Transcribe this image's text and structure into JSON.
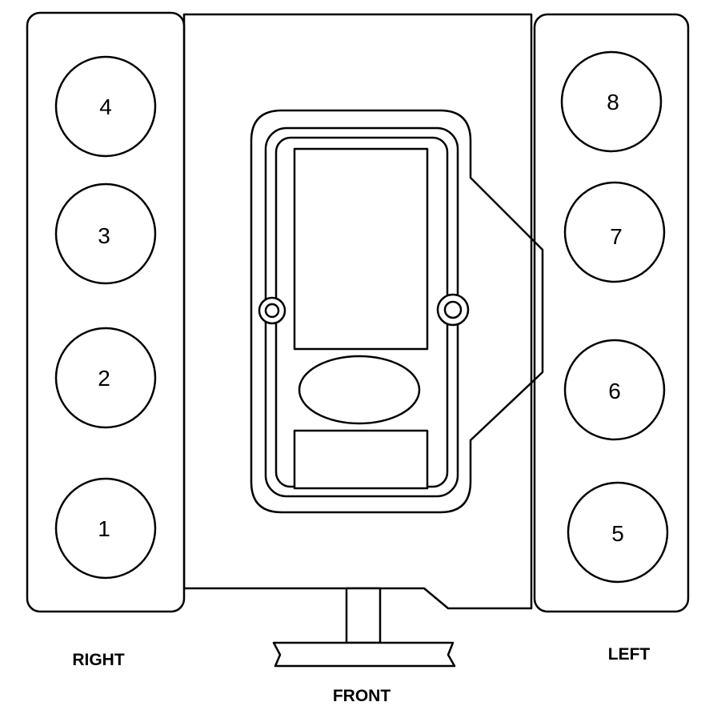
{
  "labels": {
    "right": "RIGHT",
    "left": "LEFT",
    "front": "FRONT"
  },
  "cylinders": {
    "right_bank": [
      "4",
      "3",
      "2",
      "1"
    ],
    "left_bank": [
      "8",
      "7",
      "6",
      "5"
    ]
  }
}
